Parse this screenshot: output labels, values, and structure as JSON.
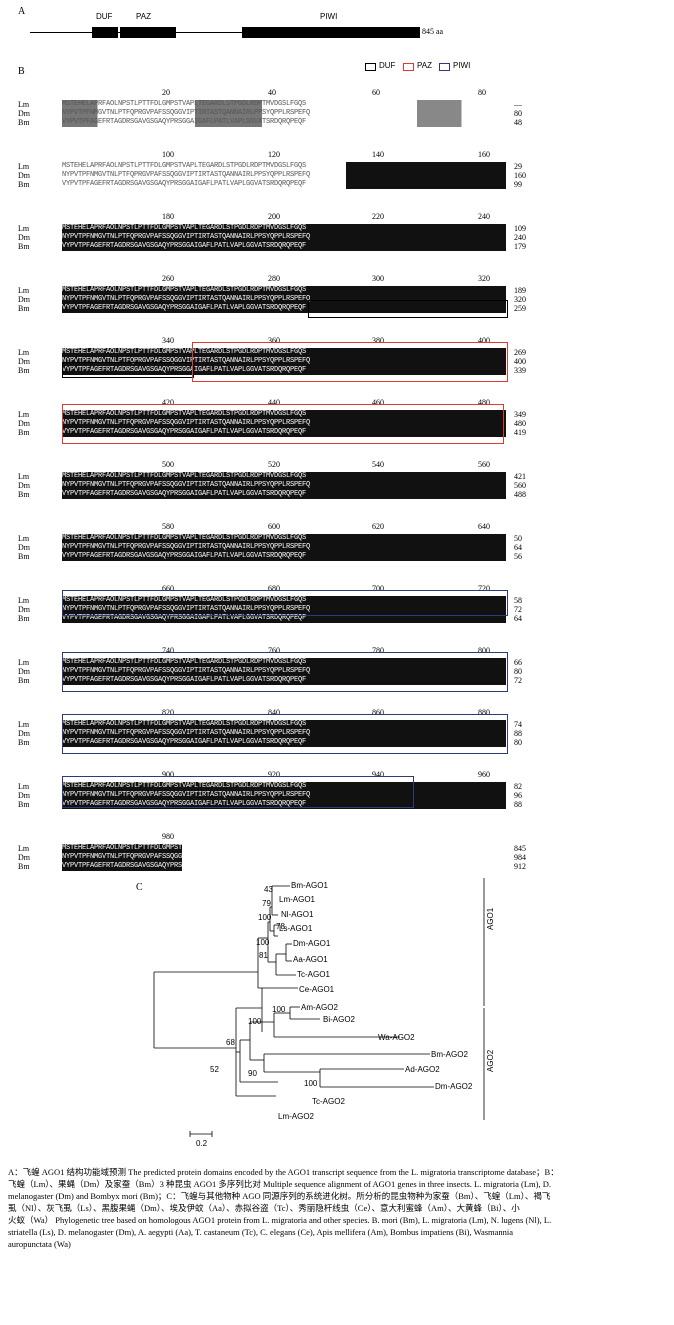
{
  "panel_a": {
    "label": "A",
    "domains": [
      {
        "name": "DUF"
      },
      {
        "name": "PAZ"
      },
      {
        "name": "PIWI"
      }
    ],
    "length_label": "845 aa"
  },
  "panel_b": {
    "label": "B",
    "legend": [
      {
        "name": "DUF",
        "color": "#000000"
      },
      {
        "name": "PAZ",
        "color": "#e03a2e"
      },
      {
        "name": "PIWI",
        "color": "#2e3a7a"
      }
    ],
    "species": [
      "Lm",
      "Dm",
      "Bm"
    ],
    "blocks": [
      {
        "ruler": [
          "20",
          "40",
          "60",
          "80"
        ],
        "ends": [
          "—",
          "80",
          "48"
        ]
      },
      {
        "ruler": [
          "100",
          "120",
          "140",
          "160"
        ],
        "ends": [
          "29",
          "160",
          "99"
        ]
      },
      {
        "ruler": [
          "180",
          "200",
          "220",
          "240"
        ],
        "ends": [
          "109",
          "240",
          "179"
        ]
      },
      {
        "ruler": [
          "260",
          "280",
          "300",
          "320"
        ],
        "ends": [
          "189",
          "320",
          "259"
        ]
      },
      {
        "ruler": [
          "340",
          "360",
          "380",
          "400"
        ],
        "ends": [
          "269",
          "400",
          "339"
        ]
      },
      {
        "ruler": [
          "420",
          "440",
          "460",
          "480"
        ],
        "ends": [
          "349",
          "480",
          "419"
        ]
      },
      {
        "ruler": [
          "500",
          "520",
          "540",
          "560"
        ],
        "ends": [
          "421",
          "560",
          "488"
        ]
      },
      {
        "ruler": [
          "580",
          "600",
          "620",
          "640"
        ],
        "ends": [
          "50",
          "64",
          "56"
        ]
      },
      {
        "ruler": [
          "660",
          "680",
          "700",
          "720"
        ],
        "ends": [
          "58",
          "72",
          "64"
        ]
      },
      {
        "ruler": [
          "740",
          "760",
          "780",
          "800"
        ],
        "ends": [
          "66",
          "80",
          "72"
        ]
      },
      {
        "ruler": [
          "820",
          "840",
          "860",
          "880"
        ],
        "ends": [
          "74",
          "88",
          "80"
        ]
      },
      {
        "ruler": [
          "900",
          "920",
          "940",
          "960"
        ],
        "ends": [
          "82",
          "96",
          "88"
        ]
      },
      {
        "ruler": [
          "980"
        ],
        "ends": [
          "845",
          "984",
          "912"
        ]
      }
    ],
    "seq_sample": [
      "MSTEHELAPRFAOLNPSTLPTTFDLGMPSTVAPLTEGARDLSTPGDLRDPTMVDGSLFGQS",
      "NYPVTPFNMGVTNLPTFQPRGVPAFSSQGGVIPTIRTASTQANNAIRLPPSYQPPLRSPEFQ",
      "VYPVTPFAGEFRTAGDRSGAVGSGAQYPRSGGAIGAFLPATLVAPLGGVATSRDQRQPEQF"
    ]
  },
  "panel_c": {
    "label": "C",
    "taxa": {
      "bm_ago1": "Bm-AGO1",
      "lm_ago1": "Lm-AGO1",
      "nl_ago1": "Nl-AGO1",
      "ls_ago1": "Ls-AGO1",
      "dm_ago1": "Dm-AGO1",
      "aa_ago1": "Aa-AGO1",
      "tc_ago1": "Tc-AGO1",
      "ce_ago1": "Ce-AGO1",
      "am_ago2": "Am-AGO2",
      "bi_ago2": "Bi-AGO2",
      "wa_ago2": "Wa-AGO2",
      "bm_ago2": "Bm-AGO2",
      "ad_ago2": "Ad-AGO2",
      "dm_ago2": "Dm-AGO2",
      "tc_ago2": "Tc-AGO2",
      "lm_ago2": "Lm-AGO2"
    },
    "bootstraps": {
      "b43": "43",
      "b79": "79",
      "b100a": "100",
      "b78": "78",
      "b100b": "100",
      "b81": "81",
      "b100c": "100",
      "b100d": "100",
      "b68": "68",
      "b90": "90",
      "b100e": "100",
      "b52": "52"
    },
    "clade_ago1": "AGO1",
    "clade_ago2": "AGO2",
    "scale": "0.2"
  },
  "caption": {
    "line1": "A：飞蝗 AGO1 结构功能域预测  The predicted protein domains encoded by the AGO1 transcript sequence from the L. migratoria transcriptome database；B：",
    "line2": "飞蝗（Lm）、果蝇（Dm）及家蚕（Bm）3 种昆虫 AGO1 多序列比对  Multiple sequence alignment of AGO1 genes in three insects. L. migratoria (Lm), D.",
    "line3": "melanogaster (Dm) and Bombyx mori (Bm)；C：飞蝗与其他物种 AGO 同源序列的系统进化树。所分析的昆虫物种为家蚕（Bm）、飞蝗（Lm）、褐飞",
    "line4": "虱（Nl）、灰飞虱（Ls）、黑腹果蝇（Dm）、埃及伊蚊（Aa）、赤拟谷盗（Tc）、秀丽隐杆线虫（Ce）、意大利蜜蜂（Am）、大黄蜂（Bi）、小",
    "line5": "火蚁（Wa）  Phylogenetic tree based on homologous AGO1 protein from L. migratoria and other species. B. mori (Bm), L. migratoria (Lm), N. lugens (Nl), L.",
    "line6": "striatella (Ls), D. melanogaster (Dm), A. aegypti (Aa), T. castaneum (Tc), C. elegans (Ce), Apis mellifera (Am), Bombus impatiens (Bi), Wasmannia",
    "line7": "auropunctata (Wa)"
  }
}
